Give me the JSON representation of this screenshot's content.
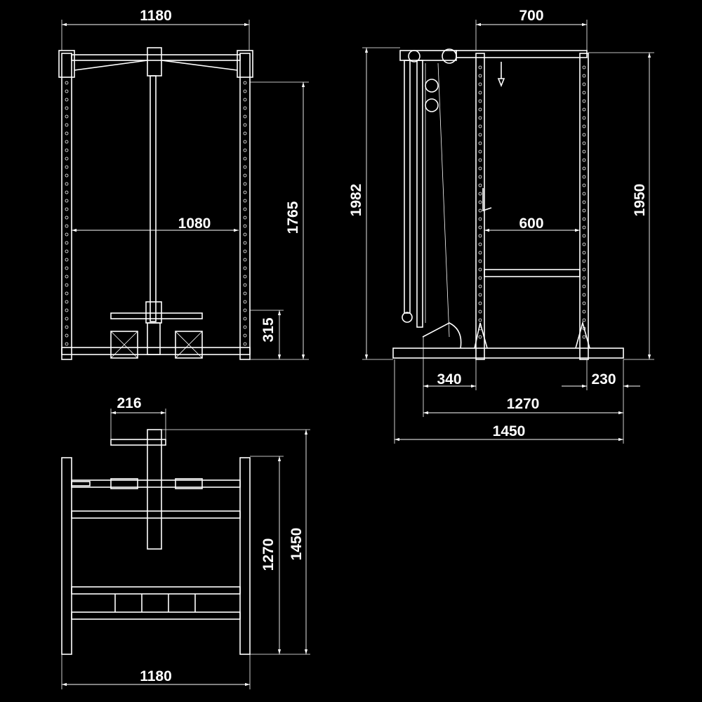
{
  "colors": {
    "background": "#000000",
    "lines": "#ffffff"
  },
  "front_view": {
    "overall_width": "1180",
    "inner_width": "1080",
    "upright_height": "1765",
    "base_height": "315"
  },
  "side_view": {
    "top_depth": "700",
    "overall_height": "1982",
    "frame_height": "1950",
    "inner_depth": "600",
    "front_offset": "340",
    "rear_offset": "230",
    "base_length": "1270",
    "overall_length": "1450"
  },
  "top_view": {
    "handle_width": "216",
    "overall_length": "1450",
    "frame_length": "1270",
    "overall_width": "1180"
  }
}
